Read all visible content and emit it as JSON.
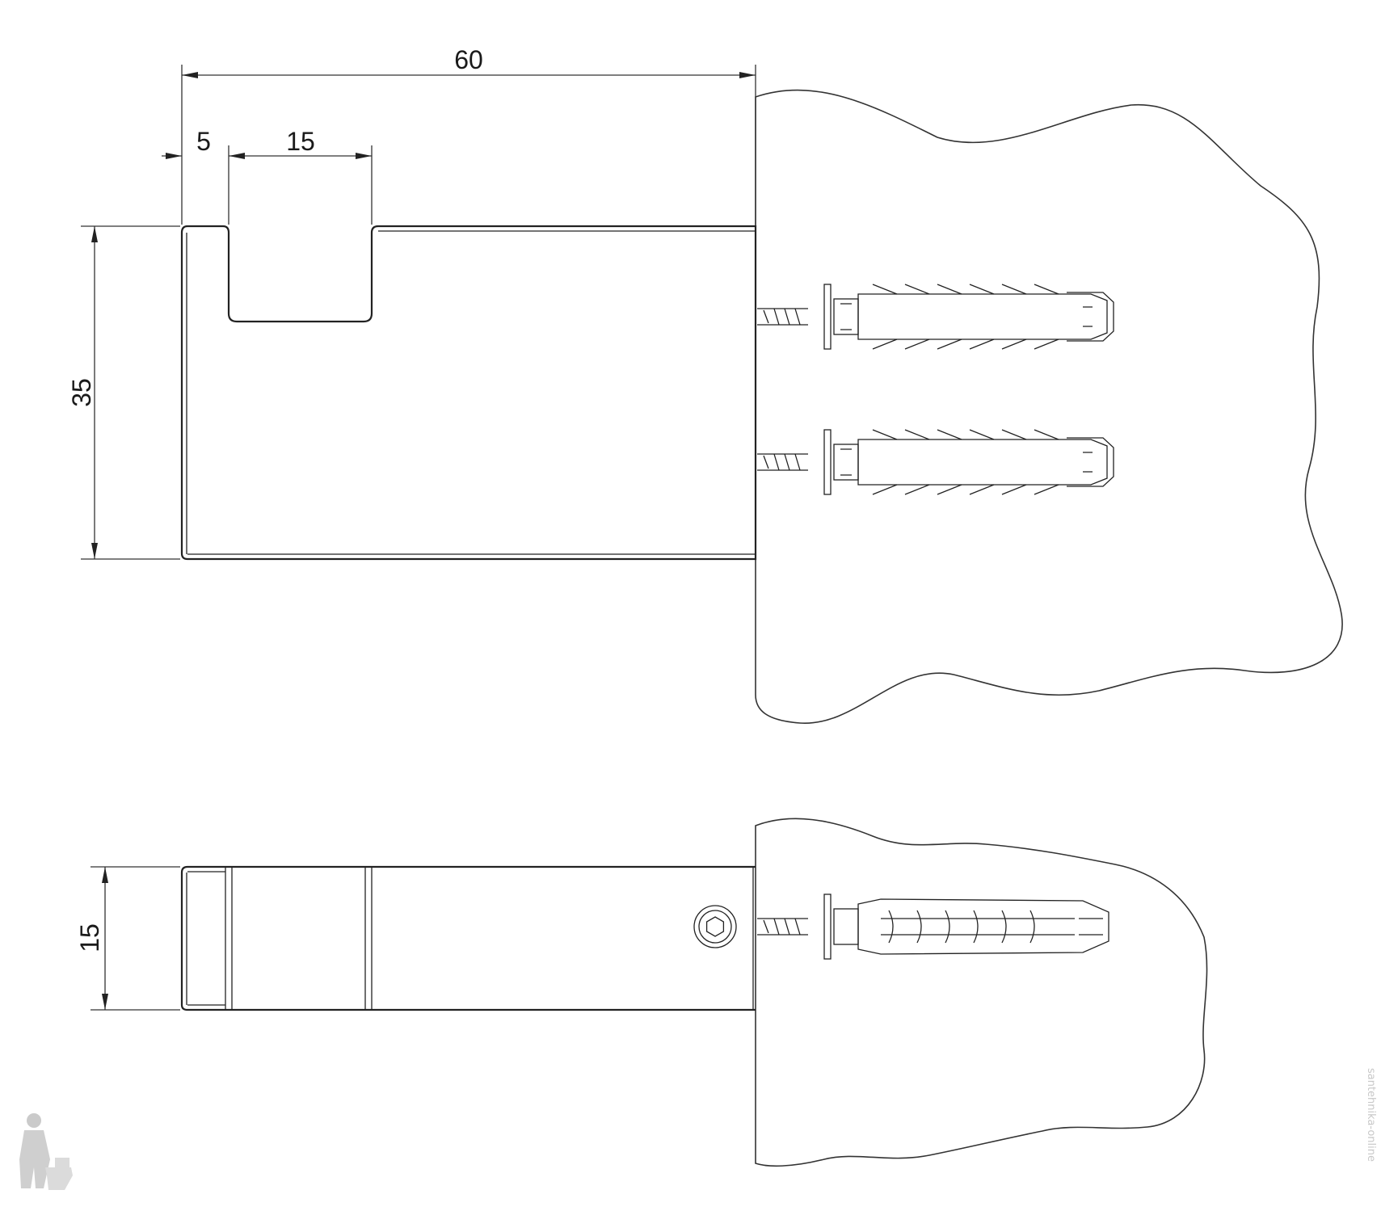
{
  "dimensions": {
    "overall_length": "60",
    "edge_offset": "5",
    "slot_width": "15",
    "height_side_view": "35",
    "thickness_top_view": "15"
  },
  "watermark": {
    "vertical_text": "santehnika-online"
  },
  "icons": {
    "logo": "plumber-with-toilet-logo",
    "bolt": "hex-socket-bolt-icon"
  },
  "colors": {
    "line": "#222222",
    "hatch": "#555555",
    "background": "#ffffff"
  }
}
